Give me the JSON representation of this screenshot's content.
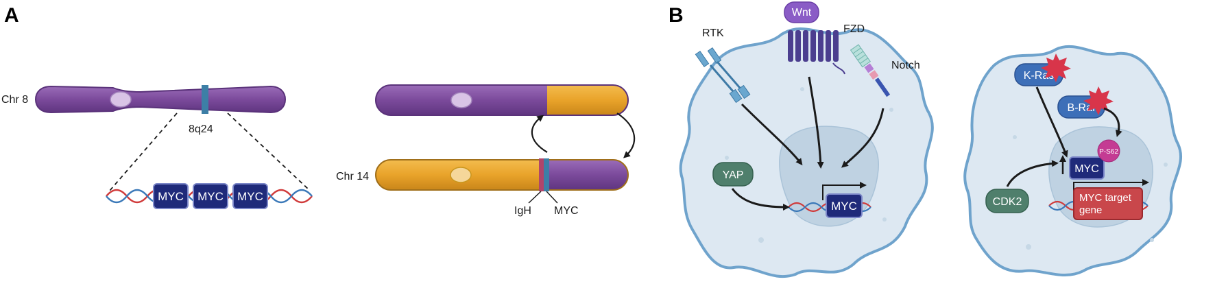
{
  "panels": {
    "a": "A",
    "b": "B"
  },
  "panel_a": {
    "chr8_label": "Chr 8",
    "band_label": "8q24",
    "myc_copies": [
      "MYC",
      "MYC",
      "MYC"
    ],
    "chr14_label": "Chr 14",
    "igh_label": "IgH",
    "myc_label": "MYC"
  },
  "panel_b": {
    "rtk_label": "RTK",
    "wnt_label": "Wnt",
    "fzd_label": "FZD",
    "notch_label": "Notch",
    "yap_label": "YAP",
    "myc_gene_label": "MYC",
    "kras_label": "K-Ras",
    "braf_label": "B-Raf",
    "cdk2_label": "CDK2",
    "myc_protein_label": "MYC",
    "phospho_label": "P-S62",
    "target_line1": "MYC target",
    "target_line2": "gene"
  },
  "colors": {
    "chromosome_purple": "#7b4a9b",
    "chromosome_orange": "#e9a32a",
    "myc_blue": "#1f2a7a",
    "cell_fill": "#dde8f2",
    "cell_border": "#6fa3cc",
    "nucleus_fill": "#bfd2e2",
    "yap_green": "#4f7f6c",
    "kras_blue": "#3d6fb8",
    "target_red": "#c9474b",
    "wnt_purple": "#8a5cc6",
    "phospho_magenta": "#c43b93"
  }
}
